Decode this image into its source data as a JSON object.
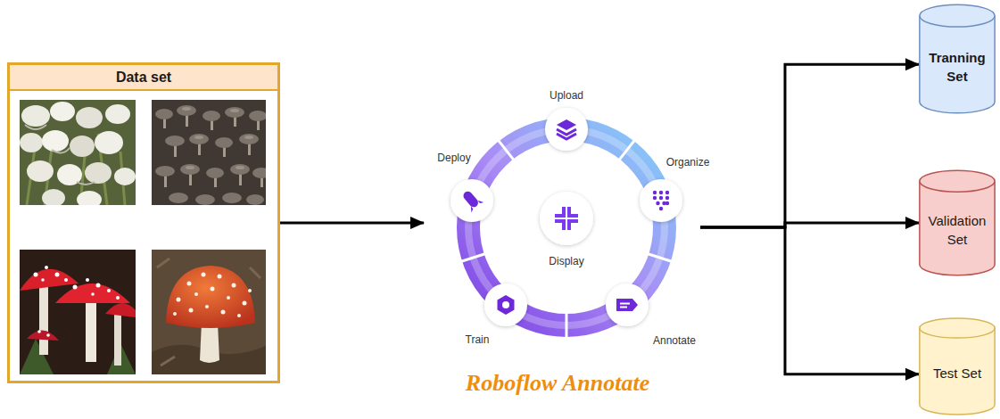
{
  "diagram": {
    "nodes": [
      {
        "text": [
          "Data set"
        ]
      },
      {
        "text": [
          "Upload",
          "Organize",
          "Annotate",
          "Train",
          "Deploy",
          "Display",
          "Roboflow Annotate"
        ]
      },
      {
        "text": [
          "Tranning Set"
        ]
      },
      {
        "text": [
          "Validation Set"
        ]
      },
      {
        "text": [
          "Test Set"
        ]
      }
    ],
    "edges": [
      {
        "from": 0,
        "to": 1,
        "arrow": "to"
      },
      {
        "from": 1,
        "to": 2,
        "arrow": "to"
      },
      {
        "from": 1,
        "to": 3,
        "arrow": "to"
      },
      {
        "from": 1,
        "to": 4,
        "arrow": "to"
      }
    ]
  }
}
